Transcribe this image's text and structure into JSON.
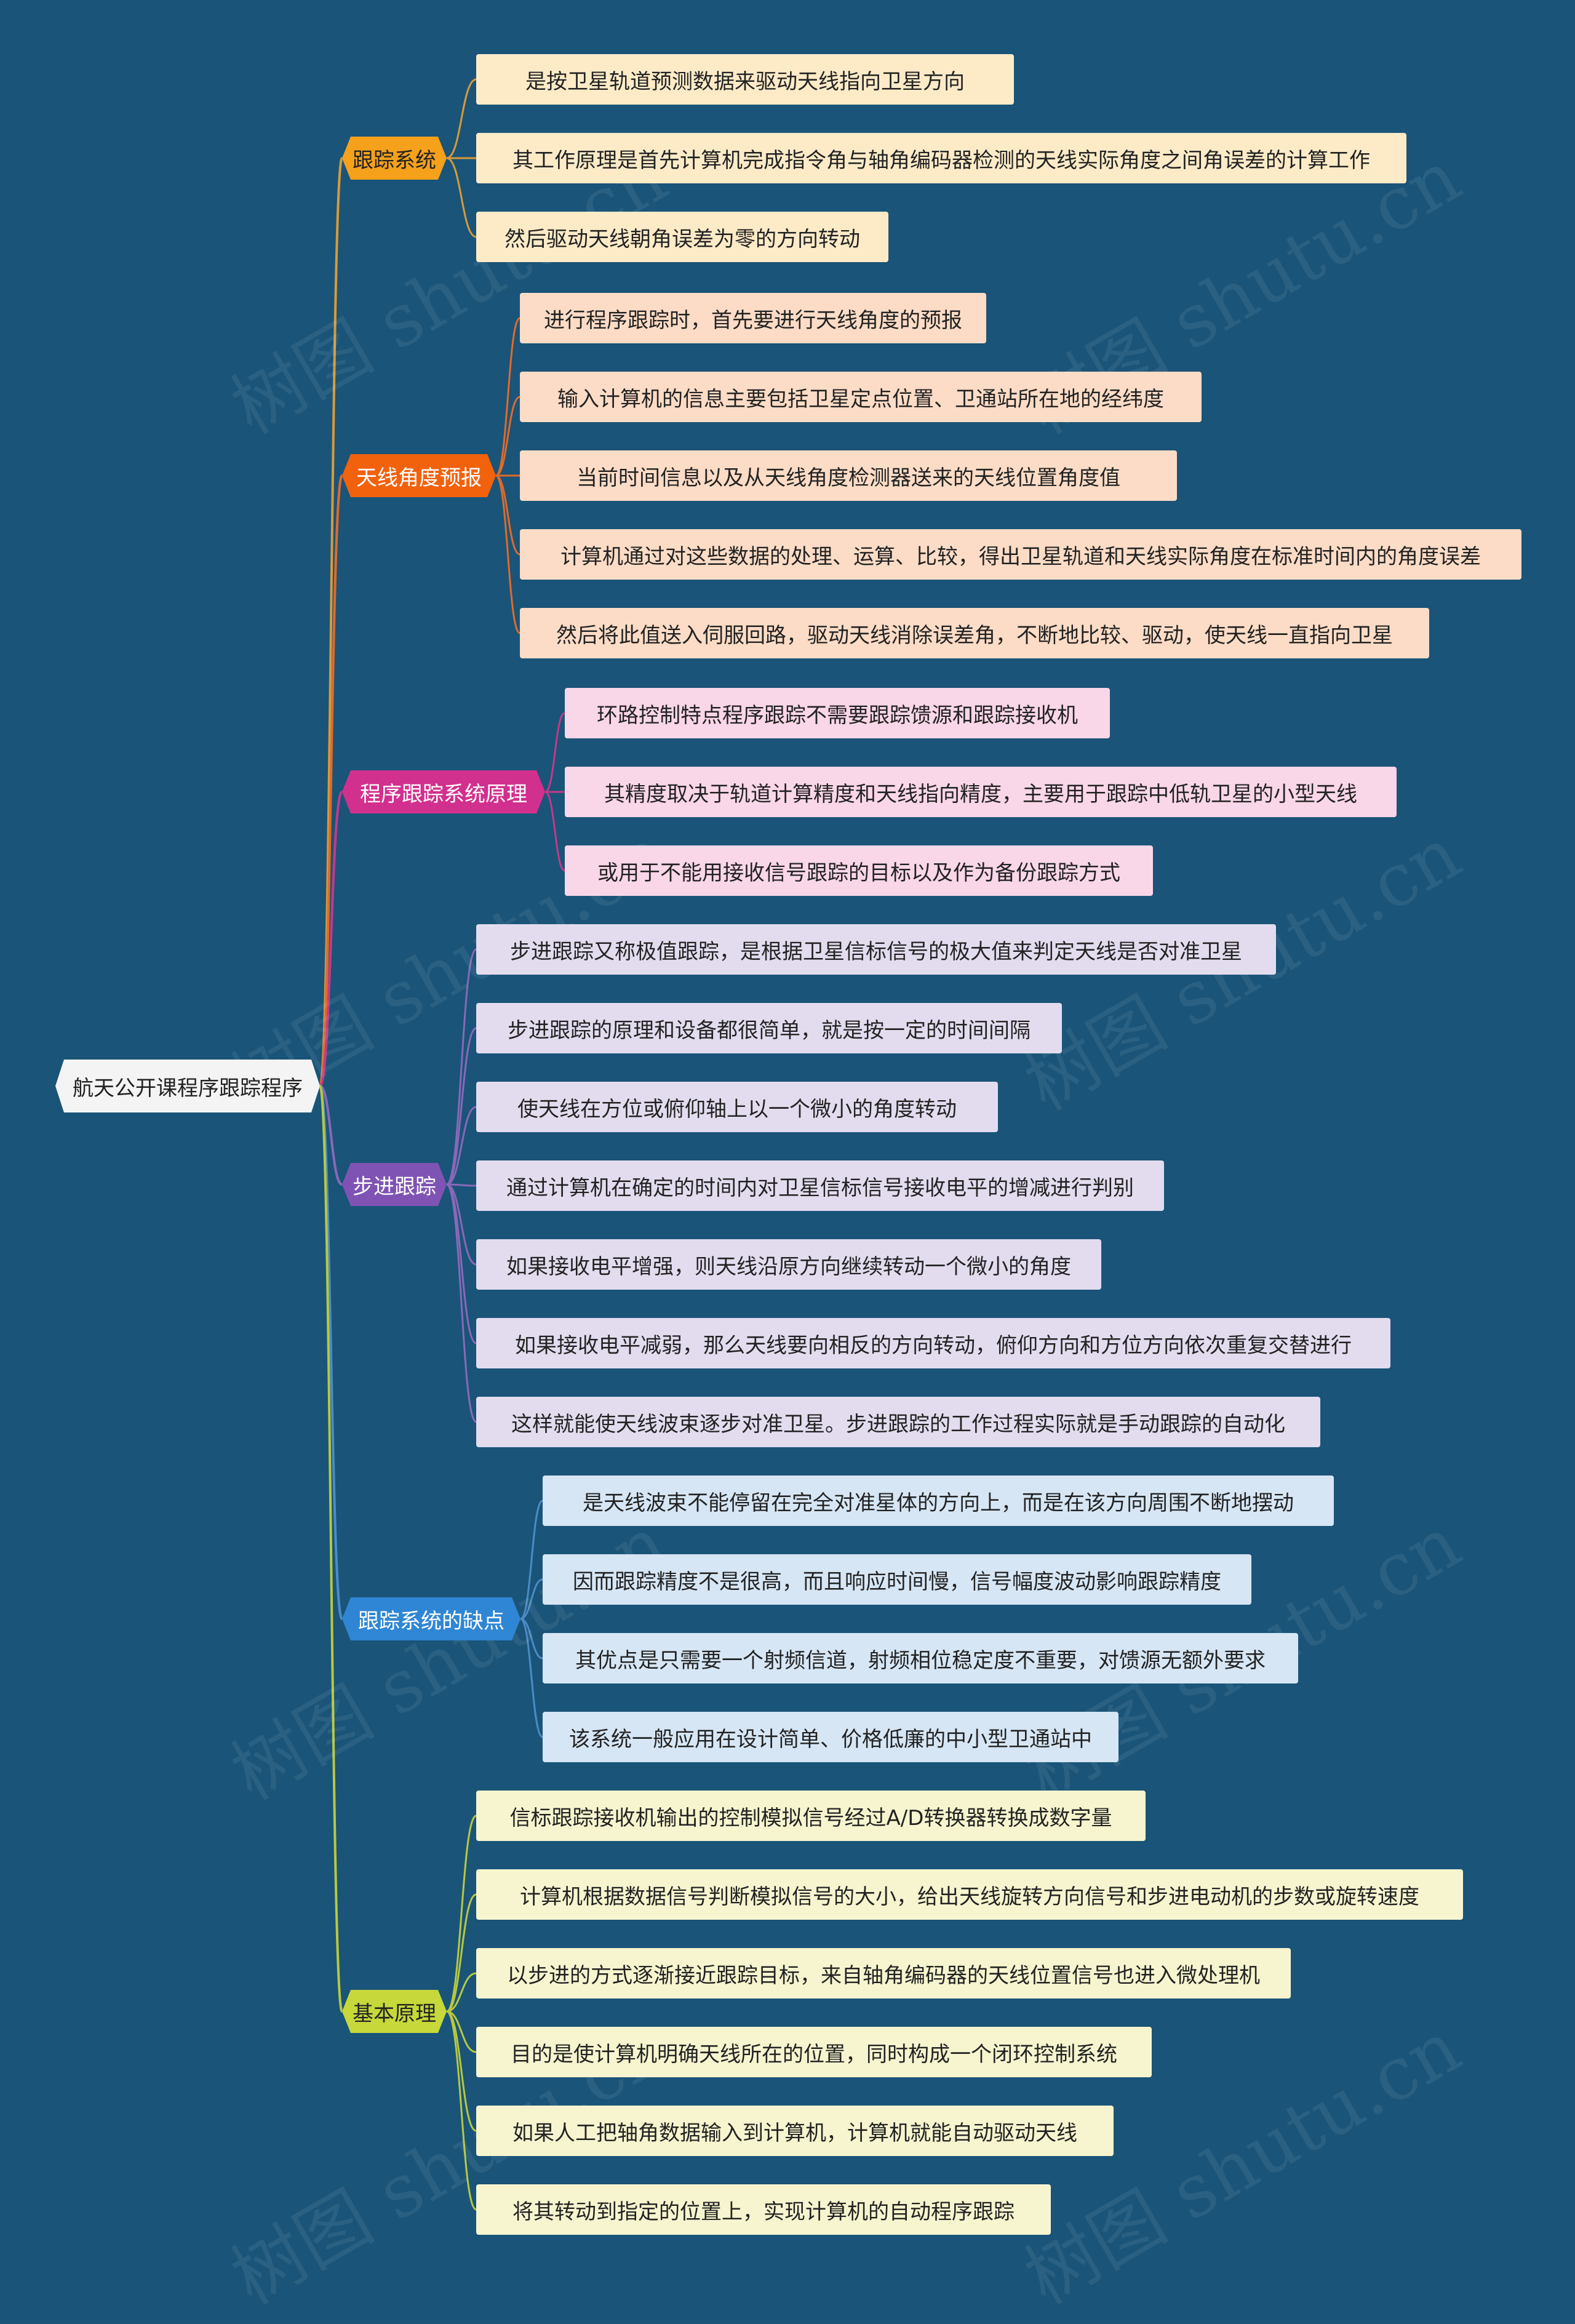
{
  "root": "航天公开课程序跟踪程序",
  "watermark": "树图 shutu.cn",
  "branches": [
    {
      "label": "跟踪系统",
      "color": "#f5a11b",
      "text_color": "#222222",
      "leaf_bg": "#fdebc8",
      "line": "#d89a3a",
      "leaves": [
        "是按卫星轨道预测数据来驱动天线指向卫星方向",
        "其工作原理是首先计算机完成指令角与轴角编码器检测的天线实际角度之间角误差的计算工作",
        "然后驱动天线朝角误差为零的方向转动"
      ]
    },
    {
      "label": "天线角度预报",
      "color": "#f2620d",
      "text_color": "#ffffff",
      "leaf_bg": "#fcdcc6",
      "line": "#e06a2a",
      "leaves": [
        "进行程序跟踪时，首先要进行天线角度的预报",
        "输入计算机的信息主要包括卫星定点位置、卫通站所在地的经纬度",
        "当前时间信息以及从天线角度检测器送来的天线位置角度值",
        "计算机通过对这些数据的处理、运算、比较，得出卫星轨道和天线实际角度在标准时间内的角度误差",
        "然后将此值送入伺服回路，驱动天线消除误差角，不断地比较、驱动，使天线一直指向卫星"
      ]
    },
    {
      "label": "程序跟踪系统原理",
      "color": "#d2308e",
      "text_color": "#ffffff",
      "leaf_bg": "#f9d6e8",
      "line": "#c23a8a",
      "leaves": [
        "环路控制特点程序跟踪不需要跟踪馈源和跟踪接收机",
        "其精度取决于轨道计算精度和天线指向精度，主要用于跟踪中低轨卫星的小型天线",
        "或用于不能用接收信号跟踪的目标以及作为备份跟踪方式"
      ]
    },
    {
      "label": "步进跟踪",
      "color": "#7f53b3",
      "text_color": "#ffffff",
      "leaf_bg": "#e3dcef",
      "line": "#8a68b8",
      "leaves": [
        "步进跟踪又称极值跟踪，是根据卫星信标信号的极大值来判定天线是否对准卫星",
        "步进跟踪的原理和设备都很简单，就是按一定的时间间隔",
        "使天线在方位或俯仰轴上以一个微小的角度转动",
        "通过计算机在确定的时间内对卫星信标信号接收电平的增减进行判别",
        "如果接收电平增强，则天线沿原方向继续转动一个微小的角度",
        "如果接收电平减弱，那么天线要向相反的方向转动，俯仰方向和方位方向依次重复交替进行",
        "这样就能使天线波束逐步对准卫星。步进跟踪的工作过程实际就是手动跟踪的自动化"
      ]
    },
    {
      "label": "跟踪系统的缺点",
      "color": "#2f86d4",
      "text_color": "#ffffff",
      "leaf_bg": "#d6e6f5",
      "line": "#4a8cc8",
      "leaves": [
        "是天线波束不能停留在完全对准星体的方向上，而是在该方向周围不断地摆动",
        "因而跟踪精度不是很高，而且响应时间慢，信号幅度波动影响跟踪精度",
        "其优点是只需要一个射频信道，射频相位稳定度不重要，对馈源无额外要求",
        "该系统一般应用在设计简单、价格低廉的中小型卫通站中"
      ]
    },
    {
      "label": "基本原理",
      "color": "#c6d83a",
      "text_color": "#222222",
      "leaf_bg": "#f7f5cf",
      "line": "#b8c840",
      "leaves": [
        "信标跟踪接收机输出的控制模拟信号经过A/D转换器转换成数字量",
        "计算机根据数据信号判断模拟信号的大小，给出天线旋转方向信号和步进电动机的步数或旋转速度",
        "以步进的方式逐渐接近跟踪目标，来自轴角编码器的天线位置信号也进入微处理机",
        "目的是使计算机明确天线所在的位置，同时构成一个闭环控制系统",
        "如果人工把轴角数据输入到计算机，计算机就能自动驱动天线",
        "将其转动到指定的位置上，实现计算机的自动程序跟踪"
      ]
    }
  ]
}
